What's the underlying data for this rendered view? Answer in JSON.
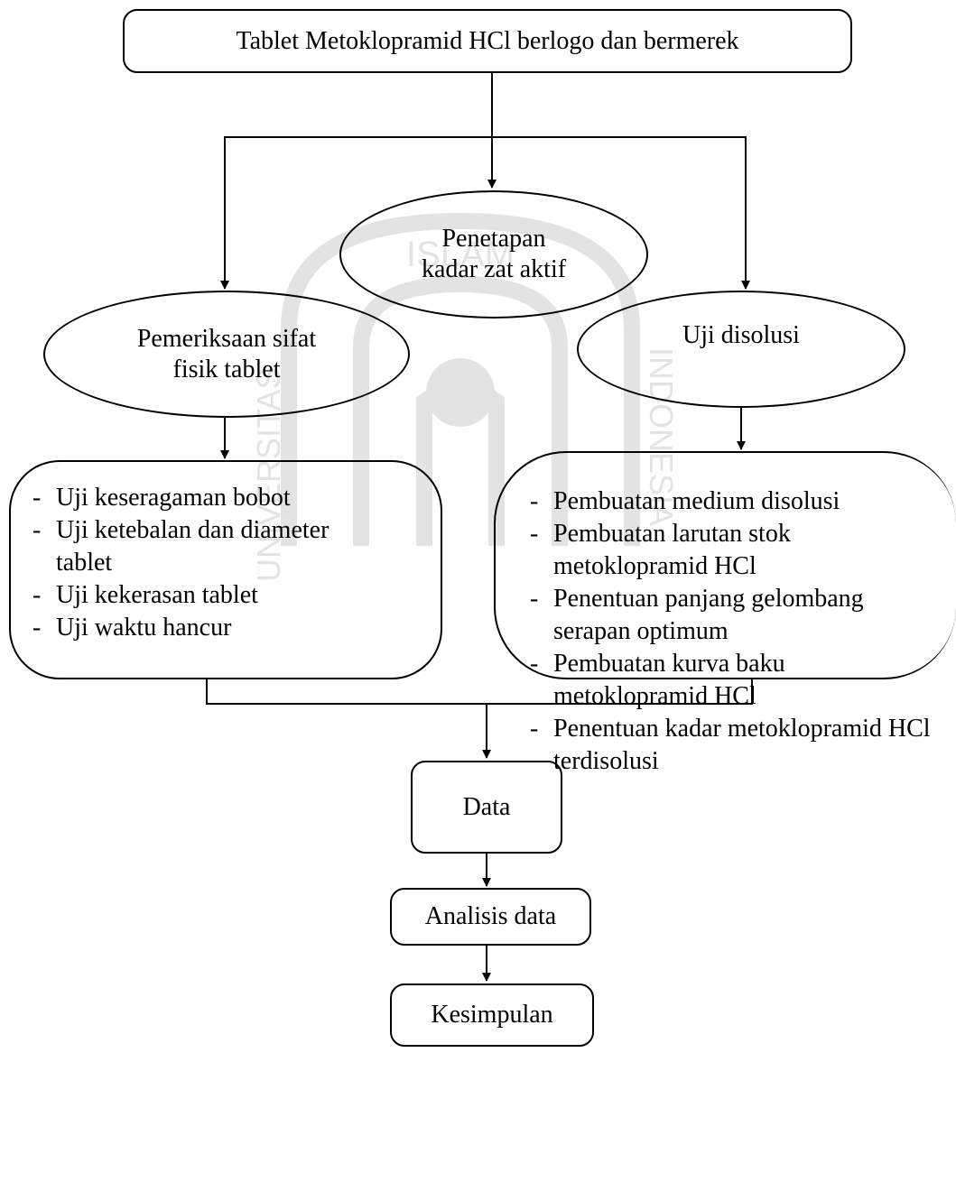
{
  "flowchart": {
    "start": "Tablet Metoklopramid HCl berlogo dan bermerek",
    "assay": "Penetapan kadar zat aktif",
    "physical": "Pemeriksaan sifat fisik  tablet",
    "dissolution": "Uji disolusi",
    "physical_tests": [
      "Uji keseragaman bobot",
      "Uji ketebalan dan diameter tablet",
      "Uji kekerasan tablet",
      "Uji waktu hancur"
    ],
    "dissolution_steps": [
      "Pembuatan medium disolusi",
      "Pembuatan larutan stok metoklopramid HCl",
      "Penentuan panjang gelombang serapan optimum",
      "Pembuatan kurva baku metoklopramid HCl",
      "Penentuan kadar metoklopramid HCl terdisolusi"
    ],
    "data": "Data",
    "analysis": "Analisis data",
    "conclusion": "Kesimpulan"
  },
  "watermark": {
    "text_top": "ISLAM",
    "text_left": "UNIVERSITAS",
    "text_right": "INDONESIA"
  }
}
